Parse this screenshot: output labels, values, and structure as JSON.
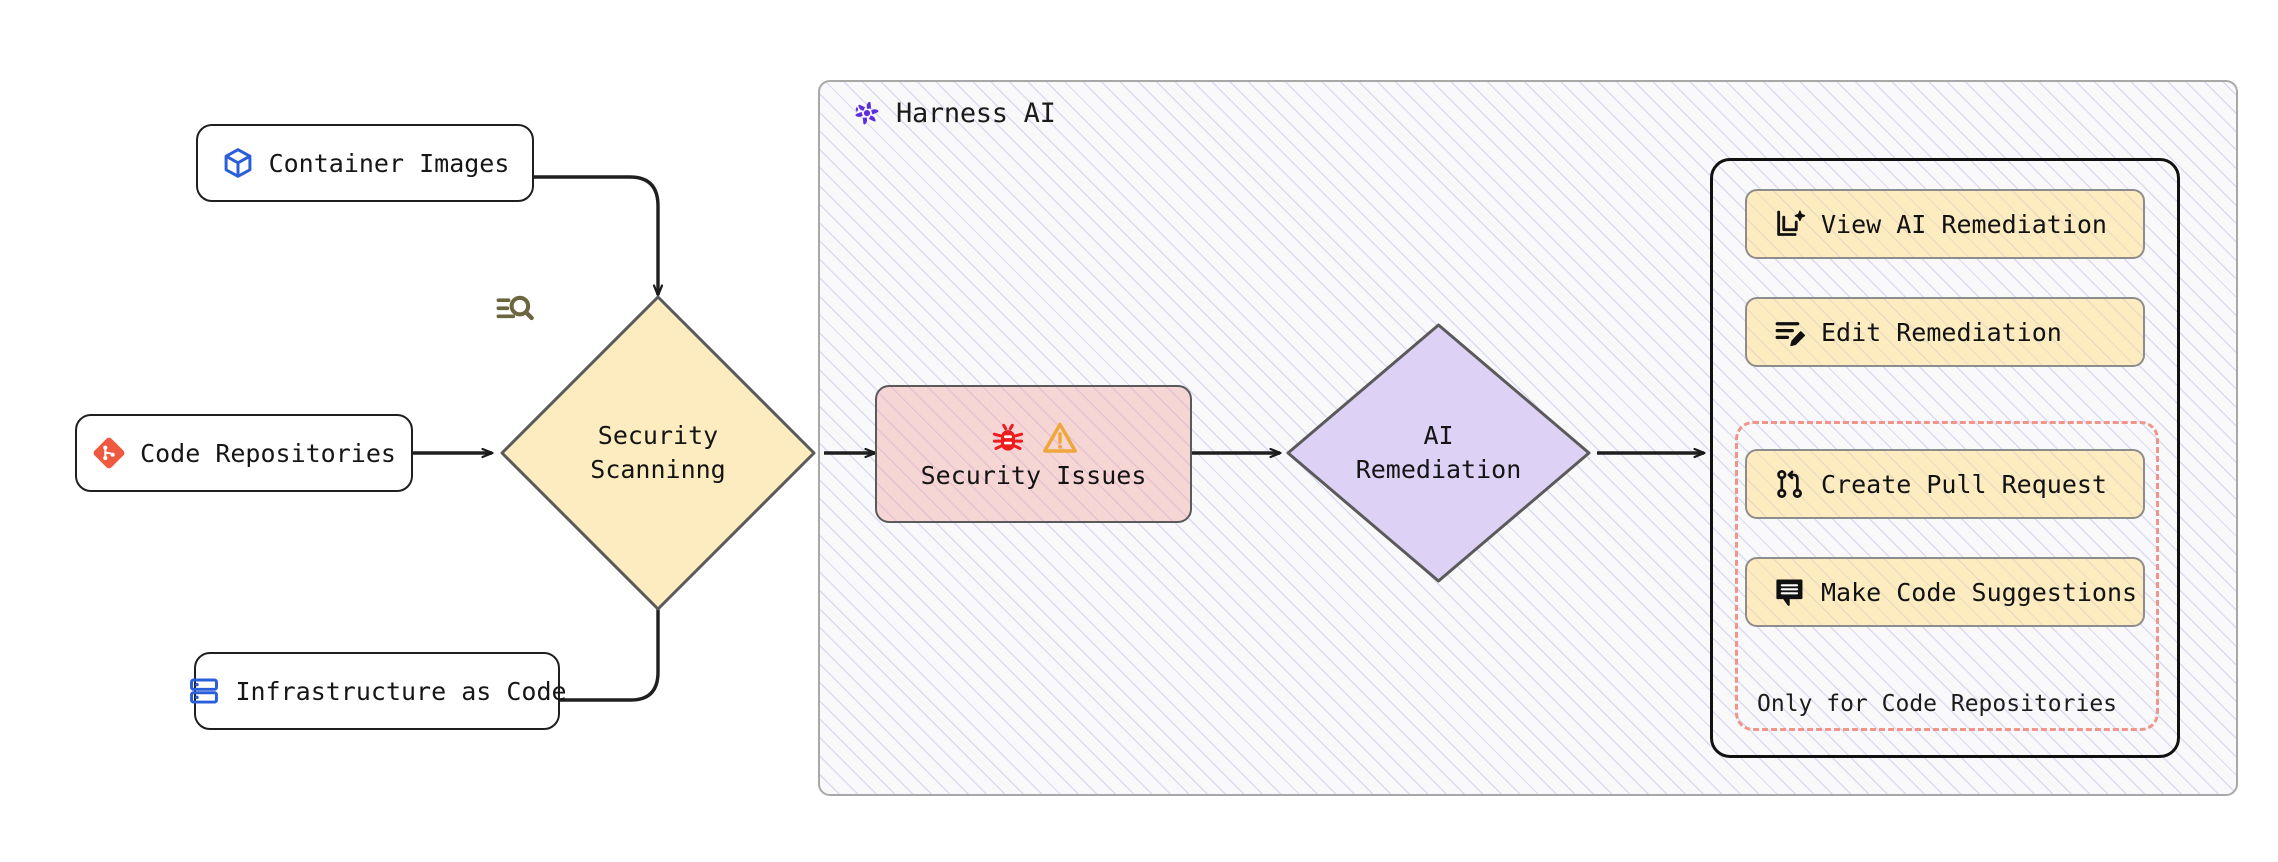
{
  "diagram": {
    "title": "Harness AI Security Remediation Flow",
    "colors": {
      "yellow_fill": "#fcecc0",
      "pink_fill": "#f6d5d5",
      "purple_fill": "#ddd2f5",
      "accent_purple": "#5b2ee0",
      "git_red": "#ee5940",
      "infra_blue": "#2b5fd9",
      "bug_red": "#ee1c1c",
      "warn_orange": "#efa73c",
      "dashed_red": "#f1948a",
      "border_dark": "#1f1f1f",
      "container_border": "#a8a8a8"
    },
    "sources": [
      {
        "label": "Container Images",
        "icon": "cube-icon"
      },
      {
        "label": "Code Repositories",
        "icon": "git-icon"
      },
      {
        "label": "Infrastructure as Code",
        "icon": "server-icon"
      }
    ],
    "scanning": {
      "label_line1": "Security",
      "label_line2": "Scanninng",
      "icon": "scan-search-icon"
    },
    "issues": {
      "label": "Security Issues",
      "icons": [
        "bug-icon",
        "warning-triangle-icon"
      ]
    },
    "ai_group": {
      "title": "Harness AI",
      "logo": "harness-pinwheel-logo"
    },
    "remediation": {
      "label_line1": "AI",
      "label_line2": "Remediation"
    },
    "actions": {
      "items": [
        {
          "label": "View AI Remediation",
          "icon": "document-sparkle-icon"
        },
        {
          "label": "Edit Remediation",
          "icon": "list-pencil-icon"
        },
        {
          "label": "Create Pull Request",
          "icon": "pull-request-icon"
        },
        {
          "label": "Make Code Suggestions",
          "icon": "comment-lines-icon"
        }
      ],
      "caption": "Only for Code Repositories"
    }
  }
}
